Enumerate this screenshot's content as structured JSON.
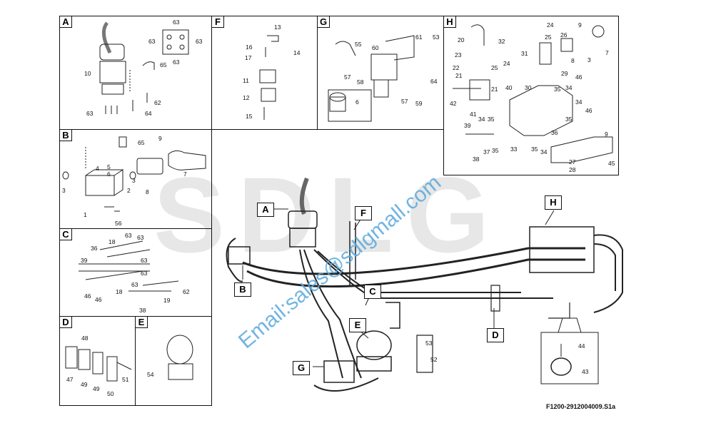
{
  "watermark": {
    "logo_text": "SDLG",
    "email_text": "Email:sales@sdlgmall.com"
  },
  "figure_code": "F1200-2912004009.S1a",
  "panels": {
    "A": {
      "letter": "A",
      "numbers": [
        "63",
        "63",
        "63",
        "63",
        "65",
        "10",
        "62",
        "63",
        "64"
      ]
    },
    "B": {
      "letter": "B",
      "numbers": [
        "65",
        "9",
        "4",
        "5",
        "6",
        "7",
        "3",
        "2",
        "3",
        "8",
        "1",
        "56"
      ]
    },
    "C": {
      "letter": "C",
      "numbers": [
        "63",
        "63",
        "36",
        "18",
        "39",
        "63",
        "63",
        "46",
        "46",
        "18",
        "63",
        "19",
        "62",
        "38"
      ]
    },
    "D": {
      "letter": "D",
      "numbers": [
        "48",
        "47",
        "49",
        "49",
        "50",
        "51"
      ]
    },
    "E": {
      "letter": "E",
      "numbers": [
        "54"
      ]
    },
    "F": {
      "letter": "F",
      "numbers": [
        "13",
        "16",
        "14",
        "17",
        "11",
        "12",
        "15"
      ]
    },
    "G": {
      "letter": "G",
      "numbers": [
        "55",
        "61",
        "53",
        "60",
        "57",
        "58",
        "57",
        "64",
        "59",
        "6"
      ]
    },
    "H": {
      "letter": "H",
      "numbers": [
        "24",
        "20",
        "32",
        "25",
        "26",
        "9",
        "23",
        "31",
        "8",
        "22",
        "25",
        "24",
        "21",
        "3",
        "7",
        "40",
        "30",
        "29",
        "46",
        "42",
        "21",
        "34",
        "35",
        "41",
        "34",
        "35",
        "36",
        "46",
        "39",
        "34",
        "35",
        "37",
        "35",
        "38",
        "33",
        "35",
        "34",
        "9",
        "27",
        "28",
        "45"
      ]
    }
  },
  "callouts": [
    "A",
    "B",
    "C",
    "D",
    "E",
    "F",
    "G",
    "H"
  ],
  "detail_numbers": [
    "53",
    "52",
    "44",
    "43"
  ]
}
